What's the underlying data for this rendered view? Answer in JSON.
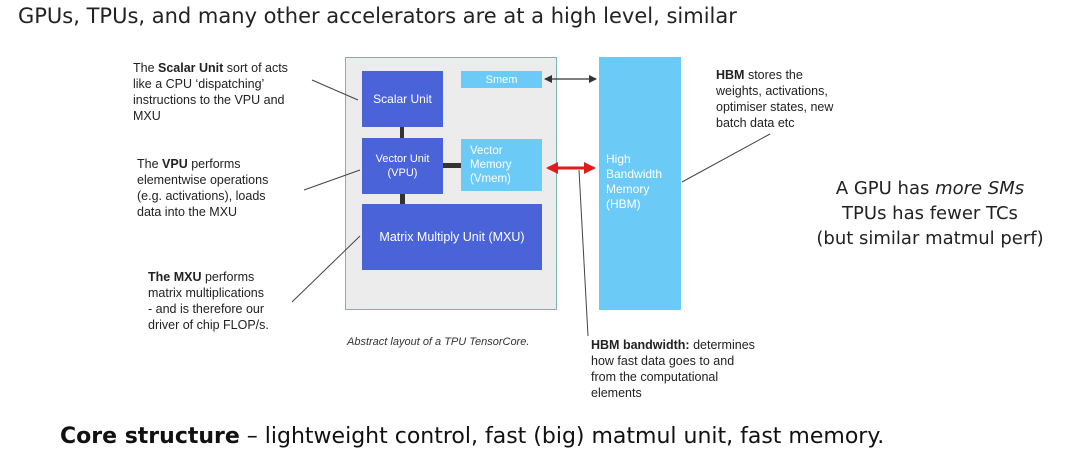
{
  "title": "GPUs, TPUs, and many other accelerators are at a high level, similar",
  "tensorcore": {
    "scalar_unit": "Scalar Unit",
    "smem": "Smem",
    "vector_unit_line1": "Vector Unit",
    "vector_unit_line2": "(VPU)",
    "vector_memory_line1": "Vector",
    "vector_memory_line2": "Memory",
    "vector_memory_line3": "(Vmem)",
    "mxu": "Matrix Multiply Unit (MXU)",
    "hbm_line1": "High",
    "hbm_line2": "Bandwidth",
    "hbm_line3": "Memory",
    "hbm_line4": "(HBM)",
    "caption": "Abstract layout of a TPU TensorCore."
  },
  "annotations": {
    "scalar": {
      "prefix": "The ",
      "bold": "Scalar Unit",
      "rest_line1": " sort of acts",
      "line2": "like a CPU ‘dispatching’",
      "line3": "instructions to the VPU and",
      "line4": "MXU"
    },
    "vpu": {
      "prefix": "The ",
      "bold": "VPU",
      "rest_line1": " performs",
      "line2": "elementwise operations",
      "line3": "(e.g. activations), loads",
      "line4": "data into the MXU"
    },
    "mxu": {
      "bold": "The MXU",
      "rest_line1": " performs",
      "line2": "matrix multiplications",
      "line3": "- and is therefore our",
      "line4": "driver of chip FLOP/s."
    },
    "hbm": {
      "bold": "HBM",
      "rest_line1": " stores the",
      "line2": "weights, activations,",
      "line3": "optimiser states, new",
      "line4": "batch data etc"
    },
    "hbm_bandwidth": {
      "bold": "HBM bandwidth:",
      "rest_line1": " determines",
      "line2": "how fast data goes to and",
      "line3": "from the computational",
      "line4": "elements"
    }
  },
  "comparison": {
    "line1_prefix": "A GPU has ",
    "line1_italic": "more SMs",
    "line2": "TPUs has fewer TCs",
    "line3": "(but similar matmul perf)"
  },
  "bottom": {
    "bold": "Core structure",
    "rest": " – lightweight control, fast (big) matmul unit, fast memory."
  },
  "colors": {
    "unit_blue": "#4a63d9",
    "memory_blue": "#6ccaf7",
    "frame_gray": "#ececec",
    "arrow_red": "#e01b1b"
  }
}
